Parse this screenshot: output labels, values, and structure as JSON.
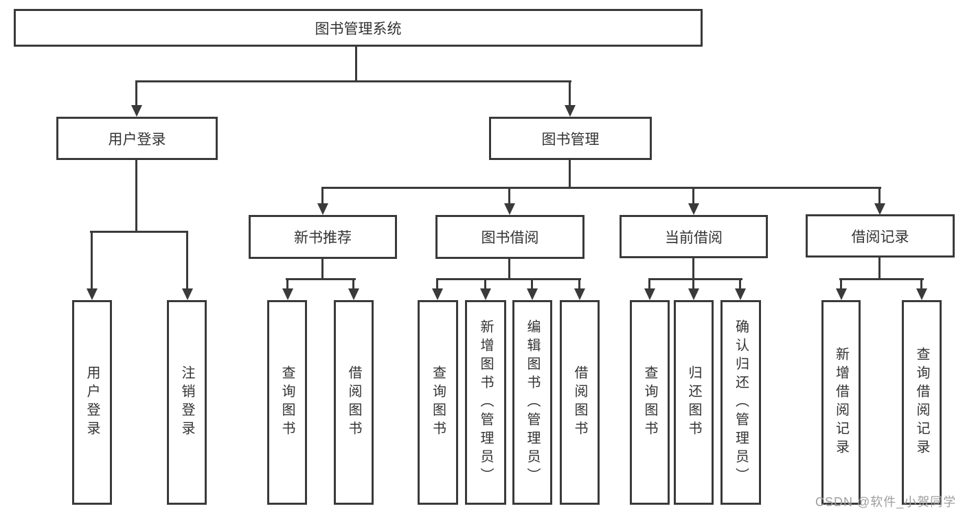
{
  "root": {
    "label": "图书管理系统"
  },
  "branches": [
    {
      "label": "用户登录",
      "leaves": [
        {
          "label": "用户登录"
        },
        {
          "label": "注销登录"
        }
      ]
    },
    {
      "label": "图书管理",
      "children": [
        {
          "label": "新书推荐",
          "leaves": [
            {
              "label": "查询图书"
            },
            {
              "label": "借阅图书"
            }
          ]
        },
        {
          "label": "图书借阅",
          "leaves": [
            {
              "label": "查询图书"
            },
            {
              "label": "新增图书（管理员）"
            },
            {
              "label": "编辑图书（管理员）"
            },
            {
              "label": "借阅图书"
            }
          ]
        },
        {
          "label": "当前借阅",
          "leaves": [
            {
              "label": "查询图书"
            },
            {
              "label": "归还图书"
            },
            {
              "label": "确认归还（管理员）"
            }
          ]
        },
        {
          "label": "借阅记录",
          "leaves": [
            {
              "label": "新增借阅记录"
            },
            {
              "label": "查询借阅记录"
            }
          ]
        }
      ]
    }
  ],
  "watermark": {
    "text": "CSDN @软件_小贺同学"
  },
  "colors": {
    "line": "#3a3a3a",
    "text": "#333333",
    "box-bg": "#ffffff",
    "watermark": "#9e9e9e",
    "canvas-bg": "#ffffff"
  }
}
